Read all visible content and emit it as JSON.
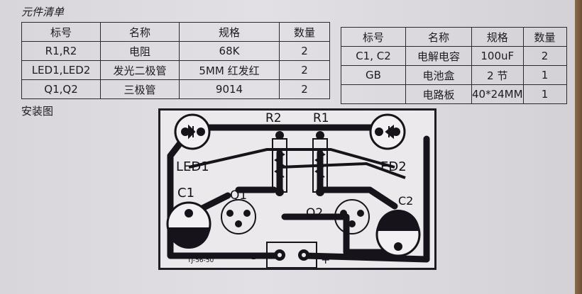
{
  "list_title": "元件清单",
  "left_table": {
    "headers": [
      "标号",
      "名称",
      "规格",
      "数量"
    ],
    "rows": [
      [
        "R1,R2",
        "电阻",
        "68K",
        "2"
      ],
      [
        "LED1,LED2",
        "发光二极管",
        "5MM 红发红",
        "2"
      ],
      [
        "Q1,Q2",
        "三极管",
        "9014",
        "2"
      ]
    ]
  },
  "right_table": {
    "headers": [
      "标号",
      "名称",
      "规格",
      "数量"
    ],
    "rows": [
      [
        "C1, C2",
        "电解电容",
        "100uF",
        "2"
      ],
      [
        "GB",
        "电池盒",
        "2 节",
        "1"
      ],
      [
        "",
        "电路板",
        "40*24MM",
        "1"
      ]
    ]
  },
  "section_label": "安装图",
  "pcb": {
    "labels": {
      "r2": "R2",
      "r1": "R1",
      "led1": "LED1",
      "led2": "ED2",
      "c1": "C1",
      "c2": "C2",
      "q1": "Q1",
      "q2": "Q2",
      "minus": "-",
      "plus": "+",
      "model": "TJ-56-50"
    }
  }
}
